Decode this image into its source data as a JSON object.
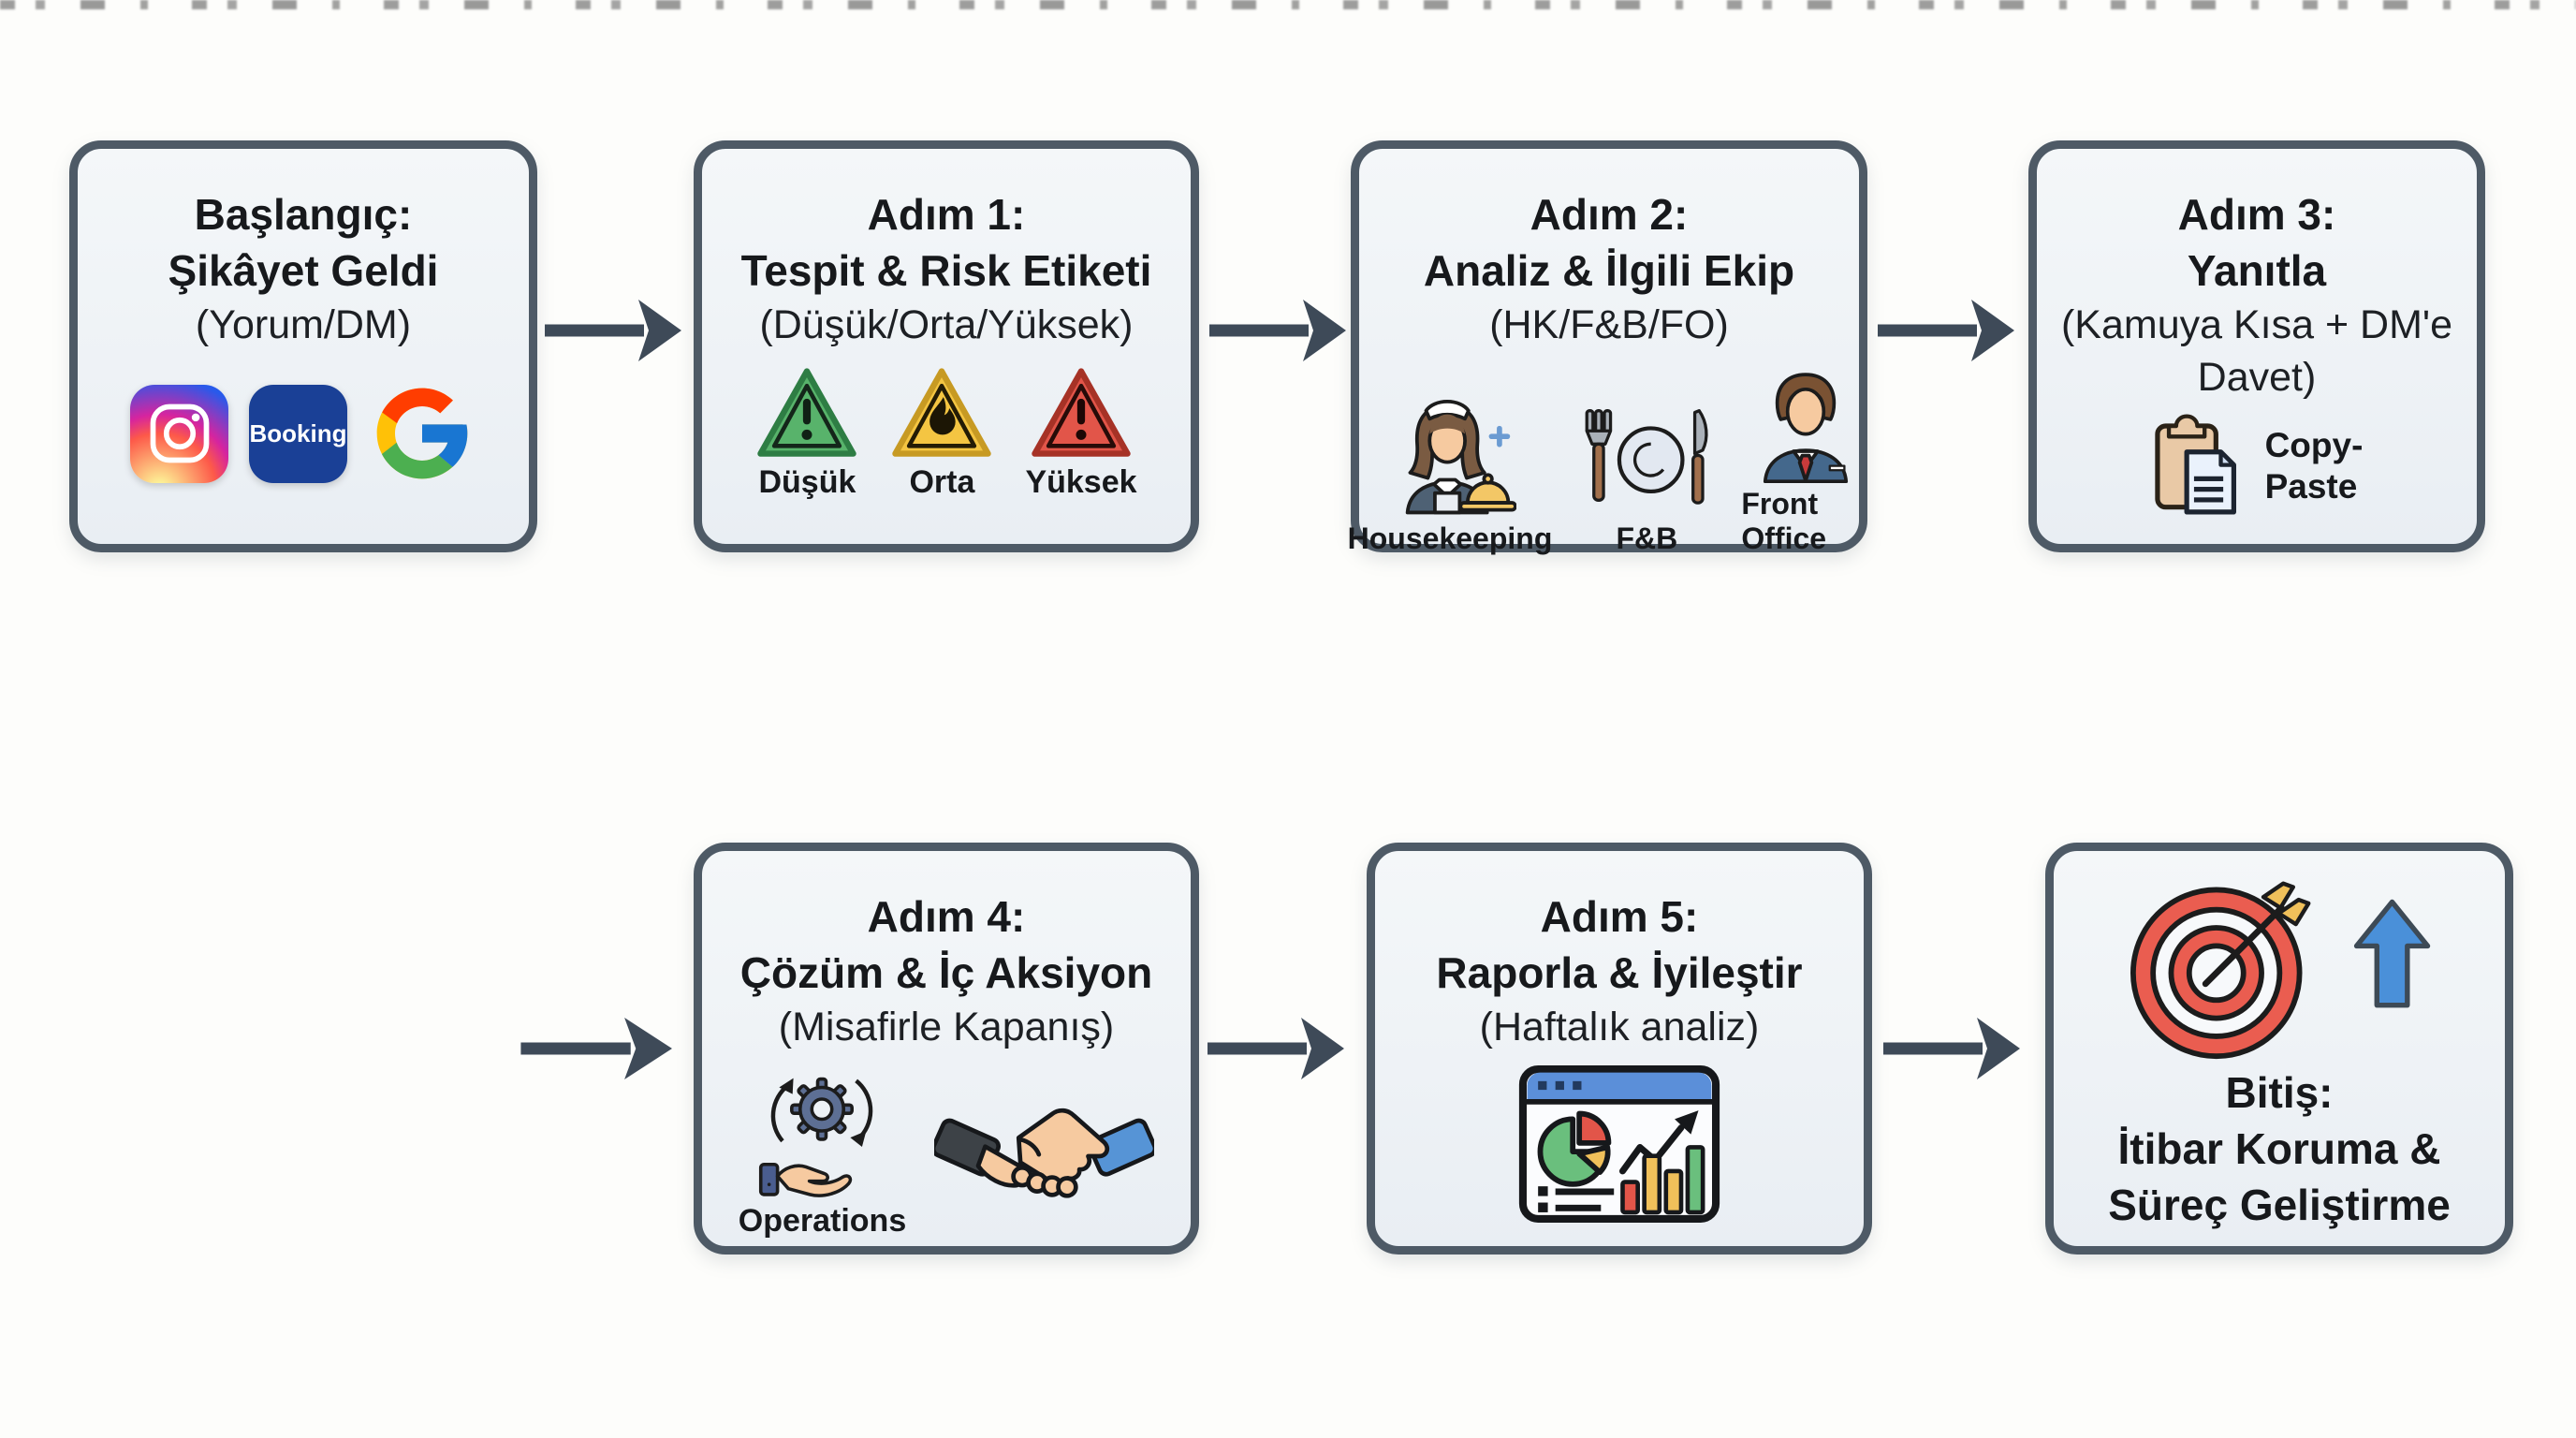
{
  "page": {
    "background": "#fdfdfb"
  },
  "colors": {
    "box_border": "#4e5a66",
    "box_fill": "#eef2f6",
    "arrow": "#3e4a58",
    "text": "#17191c",
    "risk_low_green": "#58b36b",
    "risk_mid_yellow": "#f4c542",
    "risk_high_red": "#e25549",
    "booking_blue": "#1a4096",
    "up_arrow_blue": "#4a90d9",
    "target_red": "#ea5d50"
  },
  "boxes": [
    {
      "name": "start",
      "line1": "Başlangıç:",
      "line2": "Şikâyet Geldi",
      "line3": "(Yorum/DM)",
      "booking_label": "Booking",
      "icons": [
        "instagram-icon",
        "booking-icon",
        "google-icon"
      ]
    },
    {
      "name": "step1",
      "line1": "Adım 1:",
      "line2": "Tespit & Risk Etiketi",
      "line3": "(Düşük/Orta/Yüksek)",
      "risk_low": "Düşük",
      "risk_mid": "Orta",
      "risk_high": "Yüksek"
    },
    {
      "name": "step2",
      "line1": "Adım 2:",
      "line2": "Analiz & İlgili Ekip",
      "line3": "(HK/F&B/FO)",
      "team1": "Housekeeping",
      "team2": "F&B",
      "team3": "Front Office"
    },
    {
      "name": "step3",
      "line1": "Adım 3:",
      "line2": "Yanıtla",
      "line3": "(Kamuya Kısa + DM'e Davet)",
      "note_line1": "Copy-",
      "note_line2": "Paste"
    },
    {
      "name": "step4",
      "line1": "Adım 4:",
      "line2": "Çözüm & İç Aksiyon",
      "line3": "(Misafirle Kapanış)",
      "ops_label": "Operations"
    },
    {
      "name": "step5",
      "line1": "Adım 5:",
      "line2": "Raporla & İyileştir",
      "line3": "(Haftalık analiz)"
    },
    {
      "name": "end",
      "line1": "Bitiş:",
      "line2": "İtibar Koruma &",
      "line3": "Süreç Geliştirme"
    }
  ]
}
